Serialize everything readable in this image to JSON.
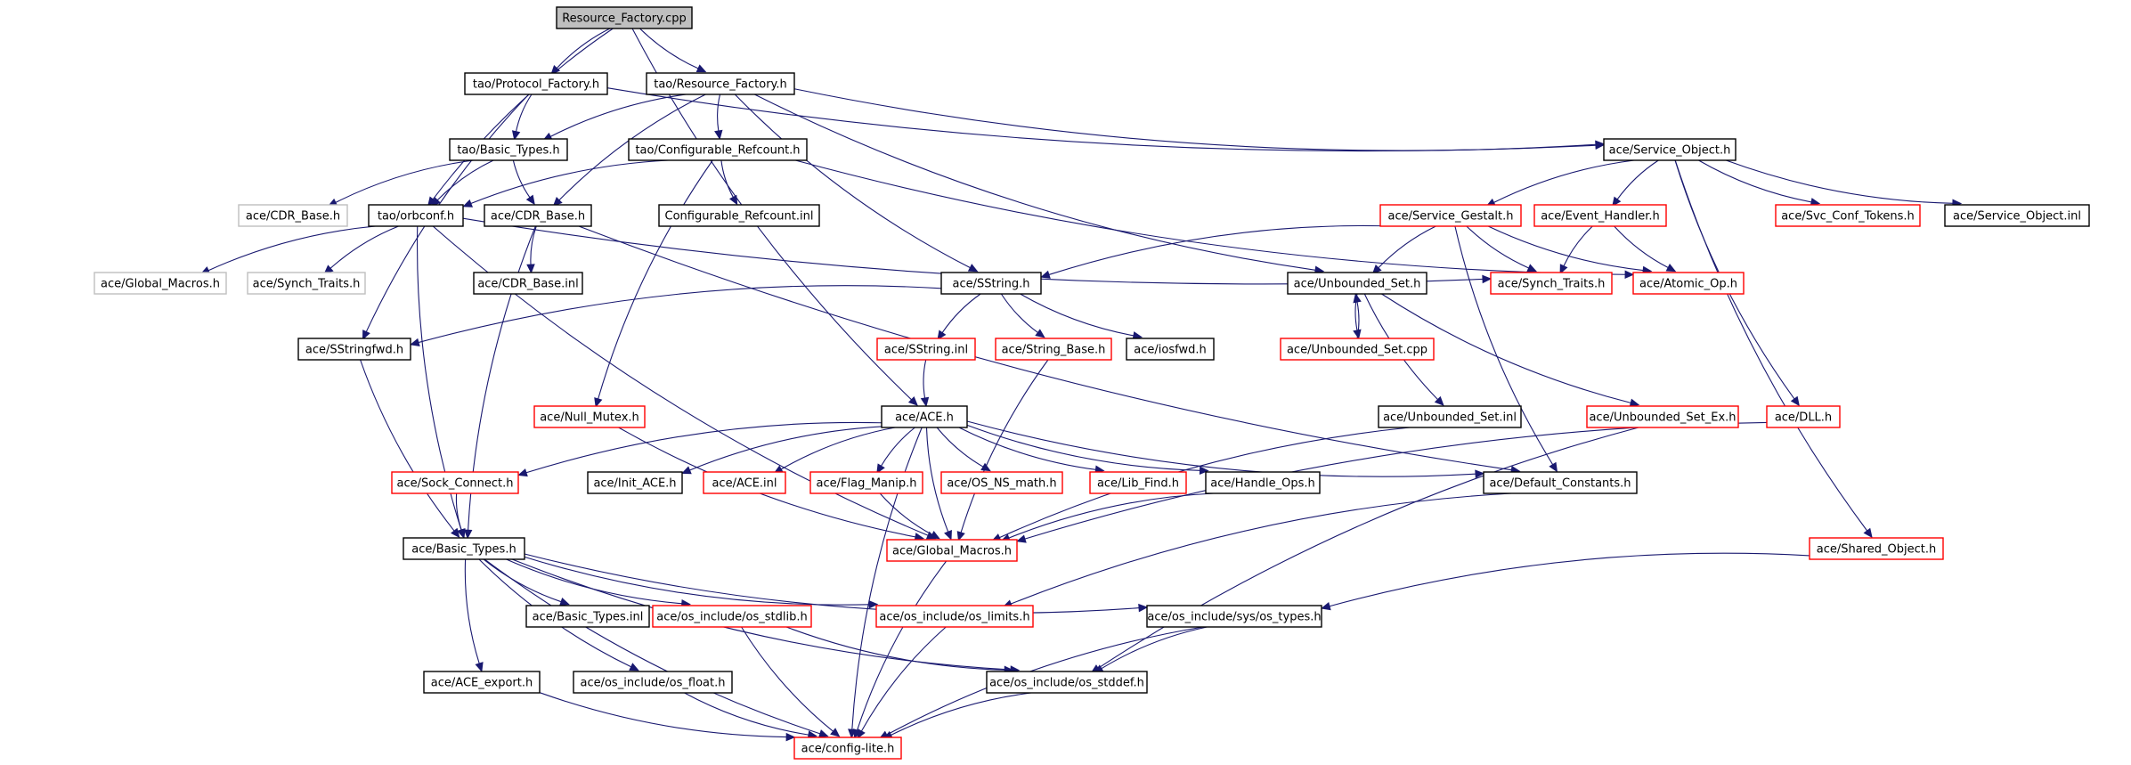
{
  "colors": {
    "edge": "#191970",
    "root_fill": "#bfbfbf",
    "box_normal": "#000000",
    "box_truncated": "#ff0000",
    "box_external": "#bfbfbf",
    "text": "#000000"
  },
  "nodes": [
    {
      "id": "n_root",
      "label": "Resource_Factory.cpp",
      "kind": "root"
    },
    {
      "id": "n_tao_protocol_factory",
      "label": "tao/Protocol_Factory.h",
      "kind": "normal"
    },
    {
      "id": "n_tao_resource_factory",
      "label": "tao/Resource_Factory.h",
      "kind": "normal"
    },
    {
      "id": "n_tao_basic_types",
      "label": "tao/Basic_Types.h",
      "kind": "normal"
    },
    {
      "id": "n_tao_configurable_refcount",
      "label": "tao/Configurable_Refcount.h",
      "kind": "normal"
    },
    {
      "id": "n_ace_service_object",
      "label": "ace/Service_Object.h",
      "kind": "normal"
    },
    {
      "id": "n_ace_cdr_base_ext",
      "label": "ace/CDR_Base.h",
      "kind": "external"
    },
    {
      "id": "n_tao_orbconf",
      "label": "tao/orbconf.h",
      "kind": "normal"
    },
    {
      "id": "n_ace_cdr_base",
      "label": "ace/CDR_Base.h",
      "kind": "normal"
    },
    {
      "id": "n_configurable_refcount_inl",
      "label": "Configurable_Refcount.inl",
      "kind": "normal"
    },
    {
      "id": "n_ace_service_gestalt",
      "label": "ace/Service_Gestalt.h",
      "kind": "truncated"
    },
    {
      "id": "n_ace_event_handler",
      "label": "ace/Event_Handler.h",
      "kind": "truncated"
    },
    {
      "id": "n_ace_svc_conf_tokens",
      "label": "ace/Svc_Conf_Tokens.h",
      "kind": "truncated"
    },
    {
      "id": "n_ace_service_object_inl",
      "label": "ace/Service_Object.inl",
      "kind": "normal"
    },
    {
      "id": "n_ace_global_macros_ext",
      "label": "ace/Global_Macros.h",
      "kind": "external"
    },
    {
      "id": "n_ace_synch_traits_ext",
      "label": "ace/Synch_Traits.h",
      "kind": "external"
    },
    {
      "id": "n_ace_cdr_base_inl",
      "label": "ace/CDR_Base.inl",
      "kind": "normal"
    },
    {
      "id": "n_ace_sstring",
      "label": "ace/SString.h",
      "kind": "normal"
    },
    {
      "id": "n_ace_unbounded_set",
      "label": "ace/Unbounded_Set.h",
      "kind": "normal"
    },
    {
      "id": "n_ace_synch_traits",
      "label": "ace/Synch_Traits.h",
      "kind": "truncated"
    },
    {
      "id": "n_ace_atomic_op",
      "label": "ace/Atomic_Op.h",
      "kind": "truncated"
    },
    {
      "id": "n_ace_sstringfwd",
      "label": "ace/SStringfwd.h",
      "kind": "normal"
    },
    {
      "id": "n_ace_sstring_inl",
      "label": "ace/SString.inl",
      "kind": "truncated"
    },
    {
      "id": "n_ace_string_base",
      "label": "ace/String_Base.h",
      "kind": "truncated"
    },
    {
      "id": "n_ace_iosfwd",
      "label": "ace/iosfwd.h",
      "kind": "normal"
    },
    {
      "id": "n_ace_unbounded_set_cpp",
      "label": "ace/Unbounded_Set.cpp",
      "kind": "truncated"
    },
    {
      "id": "n_ace_null_mutex",
      "label": "ace/Null_Mutex.h",
      "kind": "truncated"
    },
    {
      "id": "n_ace_ace",
      "label": "ace/ACE.h",
      "kind": "normal"
    },
    {
      "id": "n_ace_unbounded_set_inl",
      "label": "ace/Unbounded_Set.inl",
      "kind": "normal"
    },
    {
      "id": "n_ace_unbounded_set_ex",
      "label": "ace/Unbounded_Set_Ex.h",
      "kind": "truncated"
    },
    {
      "id": "n_ace_dll",
      "label": "ace/DLL.h",
      "kind": "truncated"
    },
    {
      "id": "n_ace_sock_connect",
      "label": "ace/Sock_Connect.h",
      "kind": "truncated"
    },
    {
      "id": "n_ace_init_ace",
      "label": "ace/Init_ACE.h",
      "kind": "normal"
    },
    {
      "id": "n_ace_ace_inl",
      "label": "ace/ACE.inl",
      "kind": "truncated"
    },
    {
      "id": "n_ace_flag_manip",
      "label": "ace/Flag_Manip.h",
      "kind": "truncated"
    },
    {
      "id": "n_ace_os_ns_math",
      "label": "ace/OS_NS_math.h",
      "kind": "truncated"
    },
    {
      "id": "n_ace_lib_find",
      "label": "ace/Lib_Find.h",
      "kind": "truncated"
    },
    {
      "id": "n_ace_handle_ops",
      "label": "ace/Handle_Ops.h",
      "kind": "normal"
    },
    {
      "id": "n_ace_default_constants",
      "label": "ace/Default_Constants.h",
      "kind": "normal"
    },
    {
      "id": "n_ace_basic_types",
      "label": "ace/Basic_Types.h",
      "kind": "normal"
    },
    {
      "id": "n_ace_global_macros",
      "label": "ace/Global_Macros.h",
      "kind": "truncated"
    },
    {
      "id": "n_ace_shared_object",
      "label": "ace/Shared_Object.h",
      "kind": "truncated"
    },
    {
      "id": "n_ace_basic_types_inl",
      "label": "ace/Basic_Types.inl",
      "kind": "normal"
    },
    {
      "id": "n_ace_os_stdlib",
      "label": "ace/os_include/os_stdlib.h",
      "kind": "truncated"
    },
    {
      "id": "n_ace_os_limits",
      "label": "ace/os_include/os_limits.h",
      "kind": "truncated"
    },
    {
      "id": "n_ace_os_sys_types",
      "label": "ace/os_include/sys/os_types.h",
      "kind": "normal"
    },
    {
      "id": "n_ace_ace_export",
      "label": "ace/ACE_export.h",
      "kind": "normal"
    },
    {
      "id": "n_ace_os_float",
      "label": "ace/os_include/os_float.h",
      "kind": "normal"
    },
    {
      "id": "n_ace_os_stddef",
      "label": "ace/os_include/os_stddef.h",
      "kind": "normal"
    },
    {
      "id": "n_ace_config_lite",
      "label": "ace/config-lite.h",
      "kind": "truncated"
    }
  ],
  "edges": [
    [
      "n_root",
      "n_tao_protocol_factory"
    ],
    [
      "n_root",
      "n_tao_resource_factory"
    ],
    [
      "n_root",
      "n_tao_orbconf"
    ],
    [
      "n_root",
      "n_ace_ace"
    ],
    [
      "n_tao_protocol_factory",
      "n_tao_basic_types"
    ],
    [
      "n_tao_protocol_factory",
      "n_ace_service_object"
    ],
    [
      "n_tao_protocol_factory",
      "n_ace_sstringfwd"
    ],
    [
      "n_tao_resource_factory",
      "n_tao_basic_types"
    ],
    [
      "n_tao_resource_factory",
      "n_tao_configurable_refcount"
    ],
    [
      "n_tao_resource_factory",
      "n_ace_service_object"
    ],
    [
      "n_tao_resource_factory",
      "n_ace_cdr_base"
    ],
    [
      "n_tao_resource_factory",
      "n_ace_sstring"
    ],
    [
      "n_tao_resource_factory",
      "n_ace_unbounded_set"
    ],
    [
      "n_tao_basic_types",
      "n_ace_cdr_base_ext"
    ],
    [
      "n_tao_basic_types",
      "n_tao_orbconf"
    ],
    [
      "n_tao_basic_types",
      "n_ace_cdr_base"
    ],
    [
      "n_tao_configurable_refcount",
      "n_tao_orbconf"
    ],
    [
      "n_tao_configurable_refcount",
      "n_configurable_refcount_inl"
    ],
    [
      "n_tao_configurable_refcount",
      "n_ace_null_mutex"
    ],
    [
      "n_tao_configurable_refcount",
      "n_ace_atomic_op"
    ],
    [
      "n_ace_service_object",
      "n_ace_service_gestalt"
    ],
    [
      "n_ace_service_object",
      "n_ace_event_handler"
    ],
    [
      "n_ace_service_object",
      "n_ace_svc_conf_tokens"
    ],
    [
      "n_ace_service_object",
      "n_ace_service_object_inl"
    ],
    [
      "n_ace_service_object",
      "n_ace_dll"
    ],
    [
      "n_ace_service_object",
      "n_ace_shared_object"
    ],
    [
      "n_tao_orbconf",
      "n_ace_global_macros_ext"
    ],
    [
      "n_tao_orbconf",
      "n_ace_synch_traits_ext"
    ],
    [
      "n_tao_orbconf",
      "n_ace_synch_traits"
    ],
    [
      "n_tao_orbconf",
      "n_ace_basic_types"
    ],
    [
      "n_tao_orbconf",
      "n_ace_global_macros"
    ],
    [
      "n_ace_cdr_base",
      "n_ace_cdr_base_inl"
    ],
    [
      "n_ace_cdr_base",
      "n_ace_basic_types"
    ],
    [
      "n_ace_cdr_base",
      "n_ace_default_constants"
    ],
    [
      "n_ace_service_gestalt",
      "n_ace_sstring"
    ],
    [
      "n_ace_service_gestalt",
      "n_ace_unbounded_set"
    ],
    [
      "n_ace_service_gestalt",
      "n_ace_synch_traits"
    ],
    [
      "n_ace_service_gestalt",
      "n_ace_atomic_op"
    ],
    [
      "n_ace_service_gestalt",
      "n_ace_default_constants"
    ],
    [
      "n_ace_event_handler",
      "n_ace_synch_traits"
    ],
    [
      "n_ace_event_handler",
      "n_ace_atomic_op"
    ],
    [
      "n_ace_sstring",
      "n_ace_sstringfwd"
    ],
    [
      "n_ace_sstring",
      "n_ace_sstring_inl"
    ],
    [
      "n_ace_sstring",
      "n_ace_string_base"
    ],
    [
      "n_ace_sstring",
      "n_ace_iosfwd"
    ],
    [
      "n_ace_unbounded_set",
      "n_ace_unbounded_set_cpp"
    ],
    [
      "n_ace_unbounded_set",
      "n_ace_unbounded_set_inl"
    ],
    [
      "n_ace_unbounded_set",
      "n_ace_unbounded_set_ex"
    ],
    [
      "n_ace_unbounded_set_cpp",
      "n_ace_unbounded_set"
    ],
    [
      "n_ace_sstringfwd",
      "n_ace_basic_types"
    ],
    [
      "n_ace_sstring_inl",
      "n_ace_ace"
    ],
    [
      "n_ace_string_base",
      "n_ace_global_macros"
    ],
    [
      "n_ace_null_mutex",
      "n_ace_global_macros"
    ],
    [
      "n_ace_ace",
      "n_ace_sock_connect"
    ],
    [
      "n_ace_ace",
      "n_ace_init_ace"
    ],
    [
      "n_ace_ace",
      "n_ace_ace_inl"
    ],
    [
      "n_ace_ace",
      "n_ace_flag_manip"
    ],
    [
      "n_ace_ace",
      "n_ace_os_ns_math"
    ],
    [
      "n_ace_ace",
      "n_ace_lib_find"
    ],
    [
      "n_ace_ace",
      "n_ace_handle_ops"
    ],
    [
      "n_ace_ace",
      "n_ace_default_constants"
    ],
    [
      "n_ace_ace",
      "n_ace_global_macros"
    ],
    [
      "n_ace_ace",
      "n_ace_config_lite"
    ],
    [
      "n_ace_unbounded_set_inl",
      "n_ace_global_macros"
    ],
    [
      "n_ace_unbounded_set_ex",
      "n_ace_os_stddef"
    ],
    [
      "n_ace_dll",
      "n_ace_global_macros"
    ],
    [
      "n_ace_sock_connect",
      "n_ace_basic_types"
    ],
    [
      "n_ace_flag_manip",
      "n_ace_global_macros"
    ],
    [
      "n_ace_handle_ops",
      "n_ace_global_macros"
    ],
    [
      "n_ace_default_constants",
      "n_ace_os_limits"
    ],
    [
      "n_ace_basic_types",
      "n_ace_basic_types_inl"
    ],
    [
      "n_ace_basic_types",
      "n_ace_os_stdlib"
    ],
    [
      "n_ace_basic_types",
      "n_ace_os_limits"
    ],
    [
      "n_ace_basic_types",
      "n_ace_os_sys_types"
    ],
    [
      "n_ace_basic_types",
      "n_ace_ace_export"
    ],
    [
      "n_ace_basic_types",
      "n_ace_os_float"
    ],
    [
      "n_ace_basic_types",
      "n_ace_os_stddef"
    ],
    [
      "n_ace_basic_types",
      "n_ace_config_lite"
    ],
    [
      "n_ace_global_macros",
      "n_ace_config_lite"
    ],
    [
      "n_ace_shared_object",
      "n_ace_os_sys_types"
    ],
    [
      "n_ace_os_stdlib",
      "n_ace_os_stddef"
    ],
    [
      "n_ace_os_stdlib",
      "n_ace_config_lite"
    ],
    [
      "n_ace_os_limits",
      "n_ace_config_lite"
    ],
    [
      "n_ace_os_sys_types",
      "n_ace_os_stddef"
    ],
    [
      "n_ace_os_sys_types",
      "n_ace_config_lite"
    ],
    [
      "n_ace_ace_export",
      "n_ace_config_lite"
    ],
    [
      "n_ace_os_float",
      "n_ace_config_lite"
    ],
    [
      "n_ace_os_stddef",
      "n_ace_config_lite"
    ]
  ]
}
